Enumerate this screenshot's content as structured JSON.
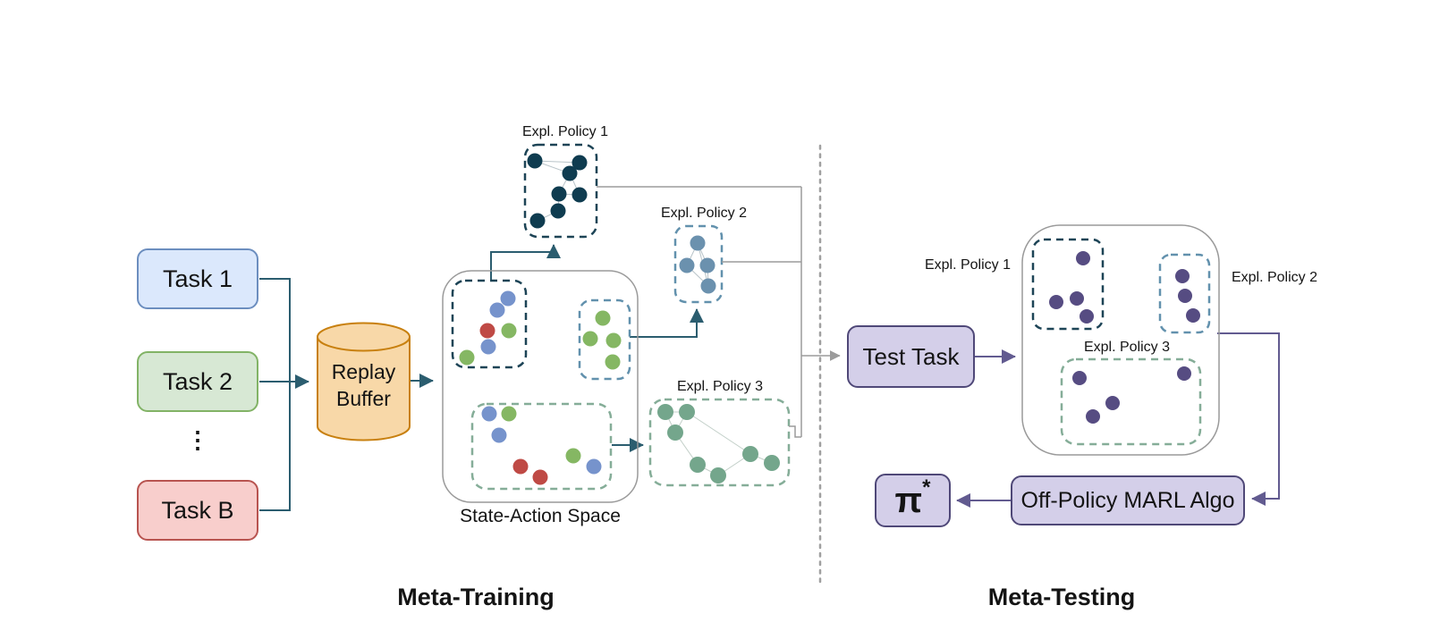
{
  "colors": {
    "arrow_teal": "#2b5d6f",
    "arrow_gray": "#9b9b9b",
    "arrow_purple": "#625b90",
    "task1_fill": "#dbe8fc",
    "task1_border": "#6c8ebf",
    "task2_fill": "#d7e8d4",
    "task2_border": "#82b366",
    "taskB_fill": "#f8cecc",
    "taskB_border": "#b85450",
    "replay_buffer_fill": "#f8d8a8",
    "replay_buffer_border": "#c8800f",
    "container_border": "#9a9a9a",
    "cluster_navy_border": "#1d4456",
    "cluster_steel_border": "#6291ad",
    "cluster_green_border": "#85ad98",
    "dot_blue": "#7693cc",
    "dot_red": "#bf4a45",
    "dot_green": "#85b763",
    "dot_navy": "#0f3c50",
    "dot_steel": "#6b91ae",
    "dot_sage": "#74a68c",
    "dot_purple": "#564c82",
    "purple_box_fill": "#d4cfe9",
    "purple_box_border": "#4f4878"
  },
  "meta_training": {
    "section_label": "Meta-Training",
    "tasks": [
      {
        "label": "Task 1"
      },
      {
        "label": "Task 2"
      },
      {
        "label": "Task B"
      }
    ],
    "tasks_ellipsis": "⋮",
    "replay_buffer": {
      "line1": "Replay",
      "line2": "Buffer"
    },
    "state_action_space_label": "State-Action Space",
    "expl_policy_labels": [
      "Expl. Policy 1",
      "Expl. Policy 2",
      "Expl. Policy 3"
    ]
  },
  "meta_testing": {
    "section_label": "Meta-Testing",
    "test_task_label": "Test Task",
    "expl_policy_labels": [
      "Expl. Policy 1",
      "Expl. Policy 2",
      "Expl. Policy 3"
    ],
    "off_policy_marl_label": "Off-Policy MARL Algo",
    "pi_star": {
      "base": "π",
      "superscript": "*"
    }
  }
}
